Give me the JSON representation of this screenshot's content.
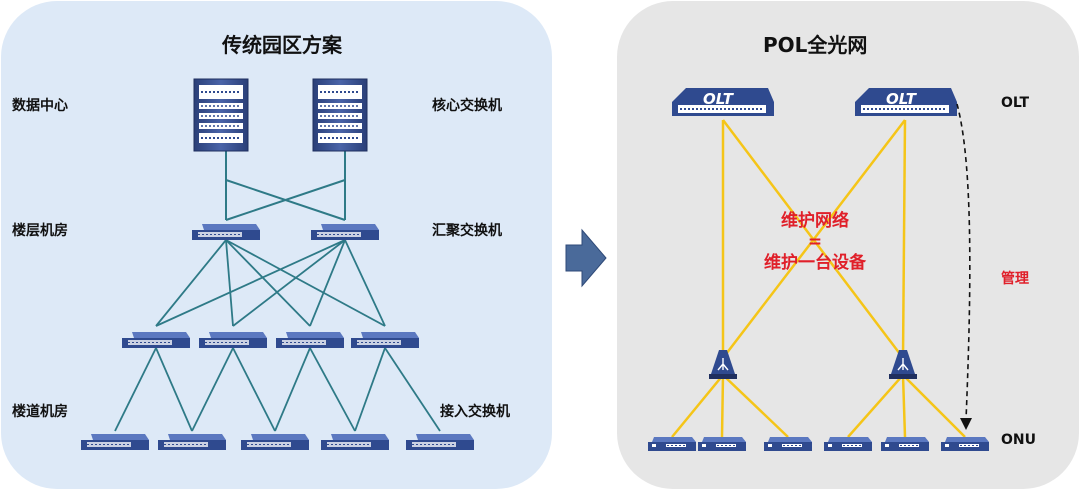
{
  "left_panel": {
    "title": "传统园区方案",
    "labels": {
      "data_center": "数据中心",
      "core_switch": "核心交换机",
      "floor_room": "楼层机房",
      "aggregation_switch": "汇聚交换机",
      "corridor_room": "楼道机房",
      "access_switch": "接入交换机"
    }
  },
  "right_panel": {
    "title": "POL全光网",
    "olt_device_text": "OLT",
    "labels": {
      "olt": "OLT",
      "onu": "ONU",
      "management": "管理"
    },
    "message": {
      "line1": "维护网络",
      "line2": "=",
      "line3": "维护一台设备"
    }
  },
  "colors": {
    "left_bg": "#dde9f7",
    "right_bg": "#e6e6e6",
    "teal_link": "#2e7a87",
    "fiber_link": "#f5c518",
    "device_blue": "#2f4a8f",
    "arrow_blue": "#4a6a9a",
    "highlight_red": "#e0202a"
  }
}
